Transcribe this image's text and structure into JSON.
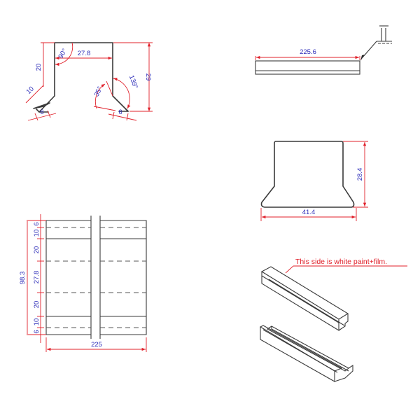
{
  "drawing": {
    "cross_section": {
      "top_width": "27.8",
      "side_height": "20",
      "lip_length": "10",
      "hem_left": "6",
      "hem_right": "6",
      "total_height": "29",
      "angle_top": "90°",
      "angle_lip": "35°",
      "angle_bend": "139°"
    },
    "strip_view": {
      "length": "225.6"
    },
    "end_view": {
      "height": "28.4",
      "base_width": "41.4"
    },
    "flat_pattern": {
      "total_width": "98.3",
      "segments": [
        "6",
        "10",
        "20",
        "27.8",
        "20",
        "10",
        "6"
      ],
      "length": "225"
    },
    "isometric": {
      "note": "This side is white paint+film."
    },
    "colors": {
      "outline": "#3a3a3a",
      "dimension_line": "#e0202a",
      "dimension_text": "#2b2bb8"
    }
  }
}
